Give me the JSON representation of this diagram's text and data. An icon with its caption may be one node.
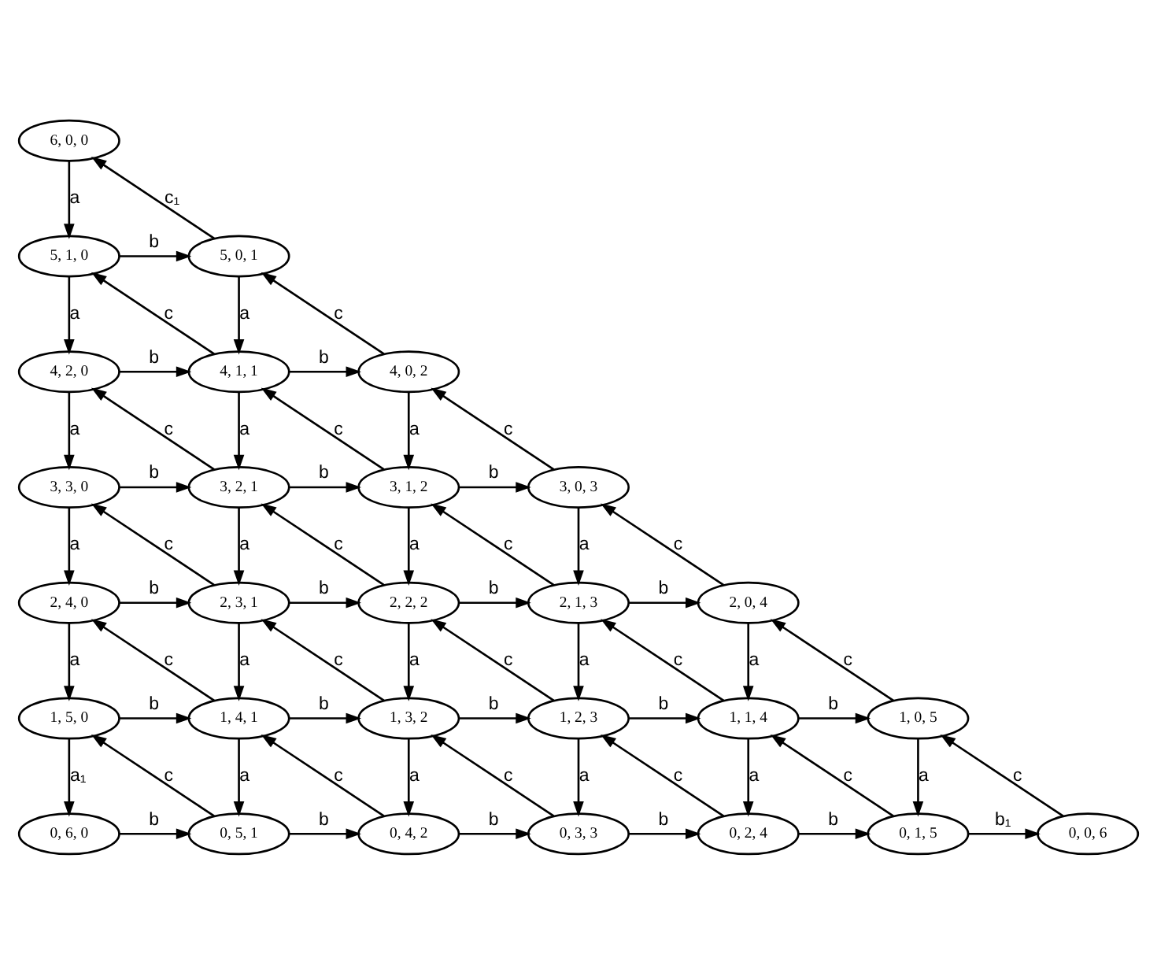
{
  "diagram": {
    "nodes": [
      {
        "text": [
          "6, 0, 0"
        ]
      },
      {
        "text": [
          "5, 1, 0"
        ]
      },
      {
        "text": [
          "5, 0, 1"
        ]
      },
      {
        "text": [
          "4, 2, 0"
        ]
      },
      {
        "text": [
          "4, 1, 1"
        ]
      },
      {
        "text": [
          "4, 0, 2"
        ]
      },
      {
        "text": [
          "3, 3, 0"
        ]
      },
      {
        "text": [
          "3, 2, 1"
        ]
      },
      {
        "text": [
          "3, 1, 2"
        ]
      },
      {
        "text": [
          "3, 0, 3"
        ]
      },
      {
        "text": [
          "2, 4, 0"
        ]
      },
      {
        "text": [
          "2, 3, 1"
        ]
      },
      {
        "text": [
          "2, 2, 2"
        ]
      },
      {
        "text": [
          "2, 1, 3"
        ]
      },
      {
        "text": [
          "2, 0, 4"
        ]
      },
      {
        "text": [
          "1, 5, 0"
        ]
      },
      {
        "text": [
          "1, 4, 1"
        ]
      },
      {
        "text": [
          "1, 3, 2"
        ]
      },
      {
        "text": [
          "1, 2, 3"
        ]
      },
      {
        "text": [
          "1, 1, 4"
        ]
      },
      {
        "text": [
          "1, 0, 5"
        ]
      },
      {
        "text": [
          "0, 6, 0"
        ]
      },
      {
        "text": [
          "0, 5, 1"
        ]
      },
      {
        "text": [
          "0, 4, 2"
        ]
      },
      {
        "text": [
          "0, 3, 3"
        ]
      },
      {
        "text": [
          "0, 2, 4"
        ]
      },
      {
        "text": [
          "0, 1, 5"
        ]
      },
      {
        "text": [
          "0, 0, 6"
        ]
      }
    ],
    "edges": [
      {
        "from": 0,
        "to": 1,
        "arrow": "to",
        "label": "a"
      },
      {
        "from": 1,
        "to": 3,
        "arrow": "to",
        "label": "a"
      },
      {
        "from": 2,
        "to": 4,
        "arrow": "to",
        "label": "a"
      },
      {
        "from": 3,
        "to": 6,
        "arrow": "to",
        "label": "a"
      },
      {
        "from": 4,
        "to": 7,
        "arrow": "to",
        "label": "a"
      },
      {
        "from": 5,
        "to": 8,
        "arrow": "to",
        "label": "a"
      },
      {
        "from": 6,
        "to": 10,
        "arrow": "to",
        "label": "a"
      },
      {
        "from": 7,
        "to": 11,
        "arrow": "to",
        "label": "a"
      },
      {
        "from": 8,
        "to": 12,
        "arrow": "to",
        "label": "a"
      },
      {
        "from": 9,
        "to": 13,
        "arrow": "to",
        "label": "a"
      },
      {
        "from": 10,
        "to": 15,
        "arrow": "to",
        "label": "a"
      },
      {
        "from": 11,
        "to": 16,
        "arrow": "to",
        "label": "a"
      },
      {
        "from": 12,
        "to": 17,
        "arrow": "to",
        "label": "a"
      },
      {
        "from": 13,
        "to": 18,
        "arrow": "to",
        "label": "a"
      },
      {
        "from": 14,
        "to": 19,
        "arrow": "to",
        "label": "a"
      },
      {
        "from": 15,
        "to": 21,
        "arrow": "to",
        "label": "a₁"
      },
      {
        "from": 16,
        "to": 22,
        "arrow": "to",
        "label": "a"
      },
      {
        "from": 17,
        "to": 23,
        "arrow": "to",
        "label": "a"
      },
      {
        "from": 18,
        "to": 24,
        "arrow": "to",
        "label": "a"
      },
      {
        "from": 19,
        "to": 25,
        "arrow": "to",
        "label": "a"
      },
      {
        "from": 20,
        "to": 26,
        "arrow": "to",
        "label": "a"
      },
      {
        "from": 1,
        "to": 2,
        "arrow": "to",
        "label": "b"
      },
      {
        "from": 3,
        "to": 4,
        "arrow": "to",
        "label": "b"
      },
      {
        "from": 4,
        "to": 5,
        "arrow": "to",
        "label": "b"
      },
      {
        "from": 6,
        "to": 7,
        "arrow": "to",
        "label": "b"
      },
      {
        "from": 7,
        "to": 8,
        "arrow": "to",
        "label": "b"
      },
      {
        "from": 8,
        "to": 9,
        "arrow": "to",
        "label": "b"
      },
      {
        "from": 10,
        "to": 11,
        "arrow": "to",
        "label": "b"
      },
      {
        "from": 11,
        "to": 12,
        "arrow": "to",
        "label": "b"
      },
      {
        "from": 12,
        "to": 13,
        "arrow": "to",
        "label": "b"
      },
      {
        "from": 13,
        "to": 14,
        "arrow": "to",
        "label": "b"
      },
      {
        "from": 15,
        "to": 16,
        "arrow": "to",
        "label": "b"
      },
      {
        "from": 16,
        "to": 17,
        "arrow": "to",
        "label": "b"
      },
      {
        "from": 17,
        "to": 18,
        "arrow": "to",
        "label": "b"
      },
      {
        "from": 18,
        "to": 19,
        "arrow": "to",
        "label": "b"
      },
      {
        "from": 19,
        "to": 20,
        "arrow": "to",
        "label": "b"
      },
      {
        "from": 21,
        "to": 22,
        "arrow": "to",
        "label": "b"
      },
      {
        "from": 22,
        "to": 23,
        "arrow": "to",
        "label": "b"
      },
      {
        "from": 23,
        "to": 24,
        "arrow": "to",
        "label": "b"
      },
      {
        "from": 24,
        "to": 25,
        "arrow": "to",
        "label": "b"
      },
      {
        "from": 25,
        "to": 26,
        "arrow": "to",
        "label": "b"
      },
      {
        "from": 26,
        "to": 27,
        "arrow": "to",
        "label": "b₁"
      },
      {
        "from": 2,
        "to": 0,
        "arrow": "to",
        "label": "c₁"
      },
      {
        "from": 4,
        "to": 1,
        "arrow": "to",
        "label": "c"
      },
      {
        "from": 5,
        "to": 2,
        "arrow": "to",
        "label": "c"
      },
      {
        "from": 7,
        "to": 3,
        "arrow": "to",
        "label": "c"
      },
      {
        "from": 8,
        "to": 4,
        "arrow": "to",
        "label": "c"
      },
      {
        "from": 9,
        "to": 5,
        "arrow": "to",
        "label": "c"
      },
      {
        "from": 11,
        "to": 6,
        "arrow": "to",
        "label": "c"
      },
      {
        "from": 12,
        "to": 7,
        "arrow": "to",
        "label": "c"
      },
      {
        "from": 13,
        "to": 8,
        "arrow": "to",
        "label": "c"
      },
      {
        "from": 14,
        "to": 9,
        "arrow": "to",
        "label": "c"
      },
      {
        "from": 16,
        "to": 10,
        "arrow": "to",
        "label": "c"
      },
      {
        "from": 17,
        "to": 11,
        "arrow": "to",
        "label": "c"
      },
      {
        "from": 18,
        "to": 12,
        "arrow": "to",
        "label": "c"
      },
      {
        "from": 19,
        "to": 13,
        "arrow": "to",
        "label": "c"
      },
      {
        "from": 20,
        "to": 14,
        "arrow": "to",
        "label": "c"
      },
      {
        "from": 22,
        "to": 15,
        "arrow": "to",
        "label": "c"
      },
      {
        "from": 23,
        "to": 16,
        "arrow": "to",
        "label": "c"
      },
      {
        "from": 24,
        "to": 17,
        "arrow": "to",
        "label": "c"
      },
      {
        "from": 25,
        "to": 18,
        "arrow": "to",
        "label": "c"
      },
      {
        "from": 26,
        "to": 19,
        "arrow": "to",
        "label": "c"
      },
      {
        "from": 27,
        "to": 20,
        "arrow": "to",
        "label": "c"
      }
    ]
  }
}
